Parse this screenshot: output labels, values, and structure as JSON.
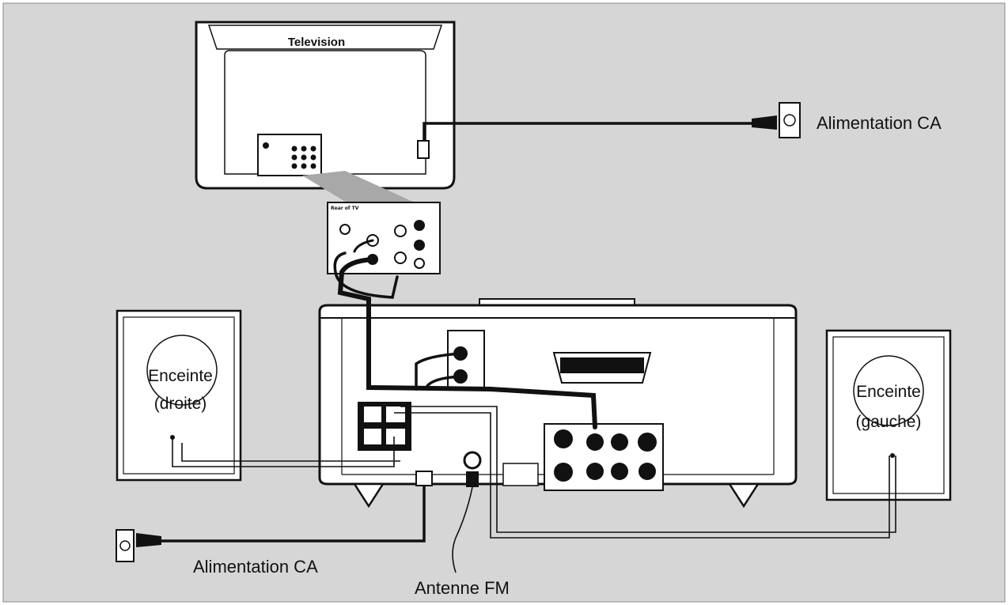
{
  "diagram": {
    "television_label": "Television",
    "rear_of_tv_label": "Rear of TV",
    "labels": {
      "ac_power_tv": "Alimentation CA",
      "ac_power_unit": "Alimentation CA",
      "fm_antenna": "Antenne FM",
      "speaker_right_line1": "Enceinte",
      "speaker_right_line2": "(droite)",
      "speaker_left_line1": "Enceinte",
      "speaker_left_line2": "(gauche)"
    },
    "colors": {
      "background": "#d6d6d6",
      "panel_fill": "#ffffff",
      "line": "#111111",
      "shadow": "#a8a8a8"
    }
  }
}
